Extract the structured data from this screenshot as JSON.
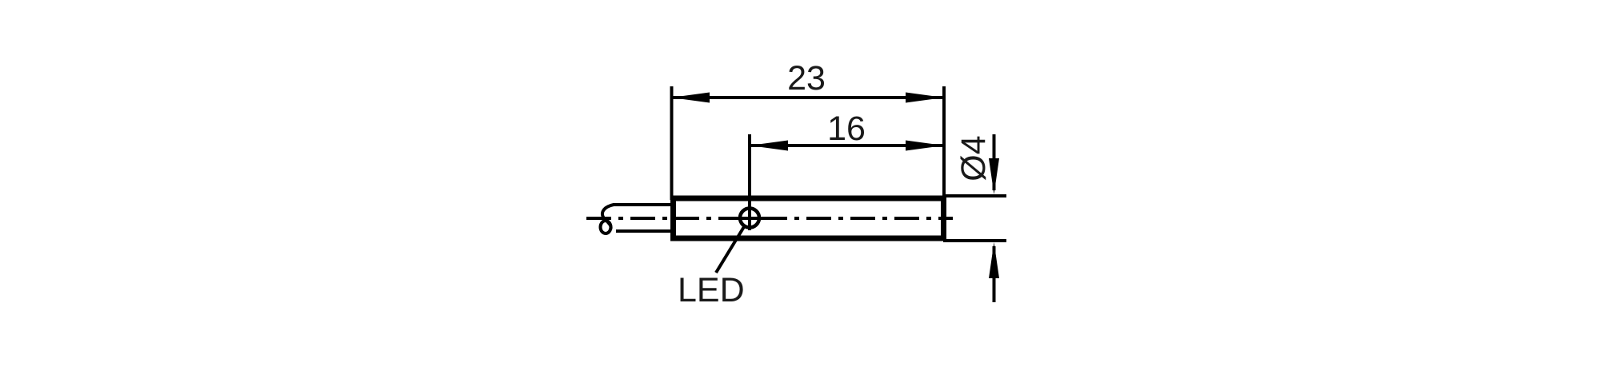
{
  "page": {
    "background_color": "#ffffff"
  },
  "drawing": {
    "type": "technical-dimension-drawing",
    "subject": "cylindrical sensor with cable and LED indicator, side view",
    "line_color": "#000000",
    "labels": {
      "length_total": "23",
      "length_partial": "16",
      "diameter": "Ø4",
      "led": "LED"
    }
  }
}
